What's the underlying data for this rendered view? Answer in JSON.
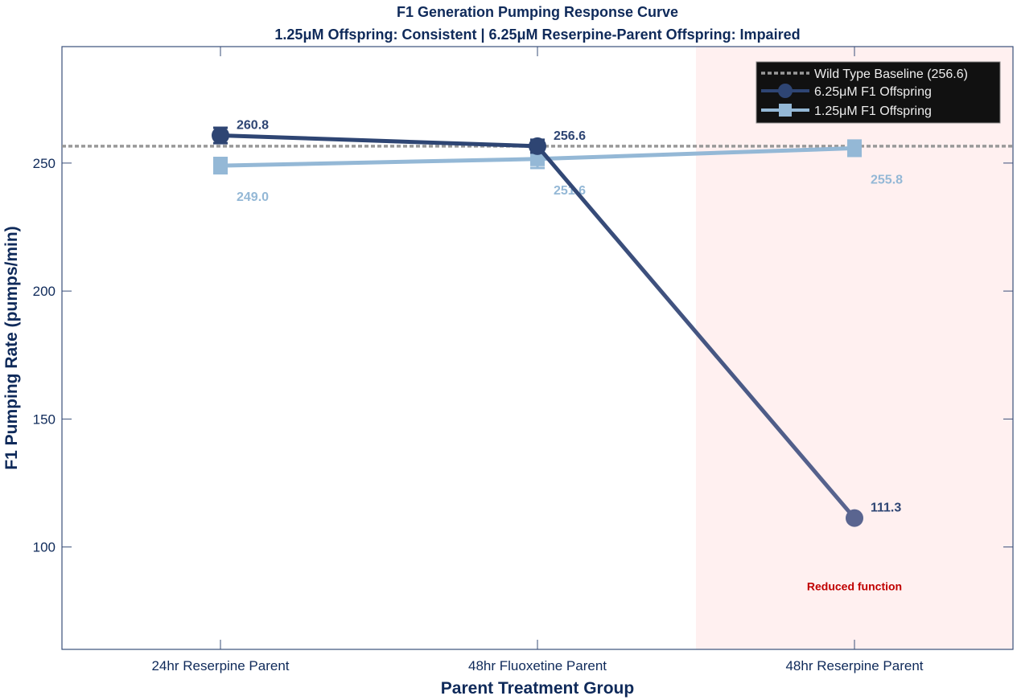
{
  "chart_data": {
    "type": "line",
    "title": "F1 Generation Pumping Response Curve",
    "subtitle": "1.25μM Offspring: Consistent | 6.25μM Reserpine-Parent Offspring: Impaired",
    "xlabel": "Parent Treatment Group",
    "ylabel": "F1 Pumping Rate (pumps/min)",
    "categories": [
      "24hr Reserpine Parent",
      "48hr Fluoxetine Parent",
      "48hr Reserpine Parent"
    ],
    "ylim": [
      60,
      295.5
    ],
    "yticks": [
      100,
      150,
      200,
      250
    ],
    "grid": false,
    "legend_placement": "top-right",
    "baseline": {
      "name": "Wild Type Baseline (256.6)",
      "value": 256.6,
      "color": "#999999"
    },
    "series": [
      {
        "name": "6.25μM F1 Offspring",
        "values": [
          260.8,
          256.6,
          111.3
        ],
        "labels": [
          "260.8",
          "256.6",
          "111.3"
        ],
        "errors": [
          3,
          2.5,
          0
        ],
        "color": "#2e4573",
        "end_color": "#5a6590",
        "marker": "circle"
      },
      {
        "name": "1.25μM F1 Offspring",
        "values": [
          249.0,
          251.6,
          255.8
        ],
        "labels": [
          "249.0",
          "251.6",
          "255.8"
        ],
        "errors": [
          3,
          3.5,
          3
        ],
        "color": "#94b8d6",
        "marker": "square"
      }
    ],
    "shaded_region": {
      "from_category": "48hr Reserpine Parent",
      "color": "#fff0f0"
    },
    "annotation": {
      "text": "Reduced function",
      "x": "48hr Reserpine Parent",
      "y": 84.6,
      "color": "#c00000"
    }
  }
}
